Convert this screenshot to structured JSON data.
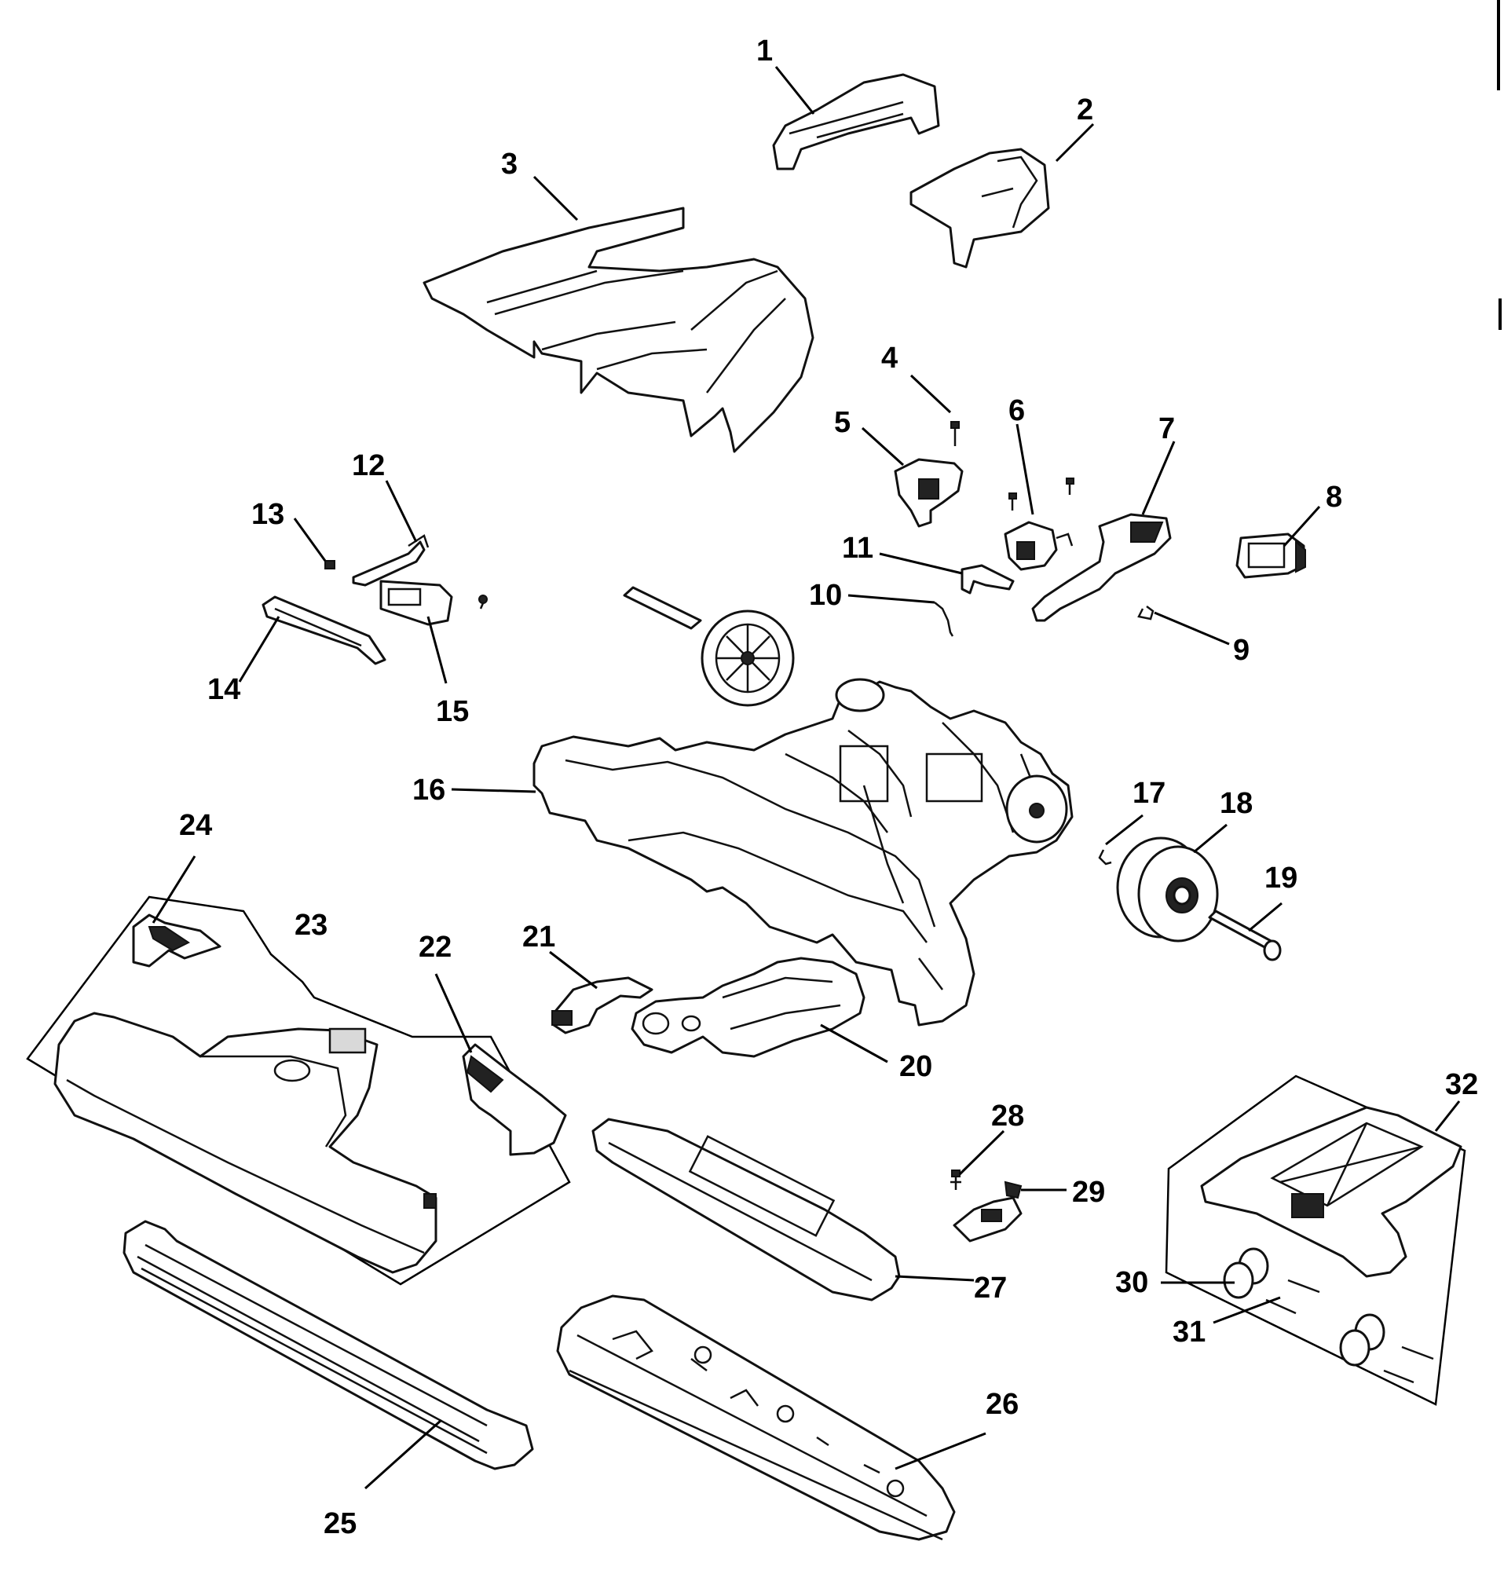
{
  "diagram": {
    "type": "exploded-parts-diagram",
    "colors": {
      "line": "#111111",
      "background": "#ffffff"
    },
    "callouts": [
      "1",
      "2",
      "3",
      "4",
      "5",
      "6",
      "7",
      "8",
      "9",
      "10",
      "11",
      "12",
      "13",
      "14",
      "15",
      "16",
      "17",
      "18",
      "19",
      "20",
      "21",
      "22",
      "23",
      "24",
      "25",
      "26",
      "27",
      "28",
      "29",
      "30",
      "31",
      "32"
    ]
  }
}
